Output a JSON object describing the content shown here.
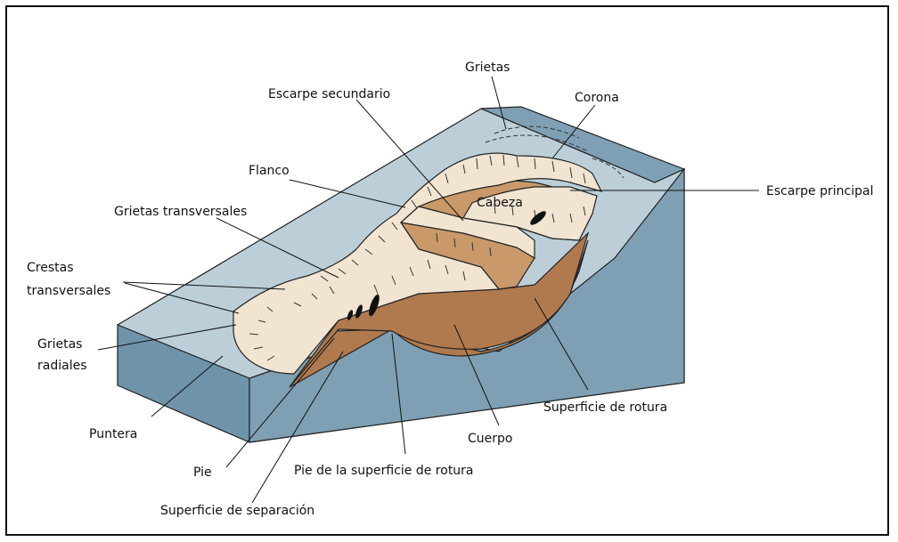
{
  "labels": {
    "grietas": "Grietas",
    "corona": "Corona",
    "escarpe_secundario": "Escarpe secundario",
    "flanco": "Flanco",
    "escarpe_principal": "Escarpe principal",
    "cabeza": "Cabeza",
    "grietas_transversales": "Grietas transversales",
    "crestas_1": "Crestas",
    "crestas_2": "transversales",
    "grietas_radiales_1": "Grietas",
    "grietas_radiales_2": "radiales",
    "puntera": "Puntera",
    "pie": "Pie",
    "superficie_separacion": "Superficie de separación",
    "pie_superficie_rotura": "Pie de la superficie de rotura",
    "cuerpo": "Cuerpo",
    "superficie_rotura": "Superficie de rotura"
  },
  "colors": {
    "slope_top": "#bccfd9",
    "block_side": "#7fa0b4",
    "block_front": "#6f93a9",
    "deposit_light": "#f1e5d2",
    "deposit_mid": "#c9996a",
    "rupture_surface": "#b07a4e",
    "outline": "#222222"
  }
}
